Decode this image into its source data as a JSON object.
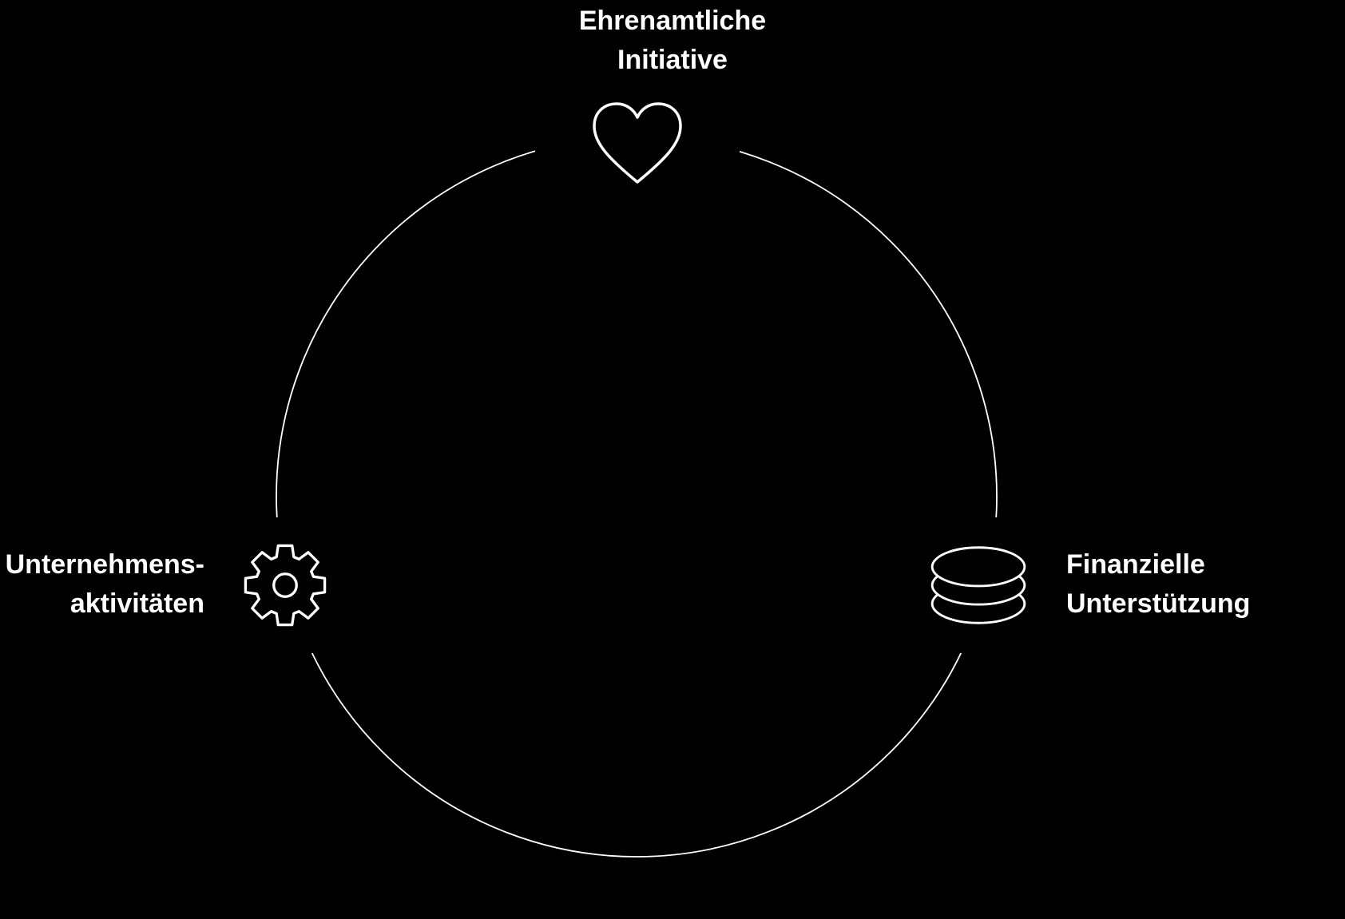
{
  "colors": {
    "background": "#000000",
    "stroke": "#ffffff",
    "text": "#ffffff"
  },
  "diagram": {
    "type": "circular-cycle",
    "nodes": [
      {
        "id": "top",
        "icon": "heart-icon",
        "label_lines": [
          "Ehrenamtliche",
          "Initiative"
        ]
      },
      {
        "id": "left",
        "icon": "gear-icon",
        "label_lines": [
          "Unternehmens-",
          "aktivitäten"
        ]
      },
      {
        "id": "right",
        "icon": "coins-icon",
        "label_lines": [
          "Finanzielle",
          "Unterstützung"
        ]
      }
    ]
  }
}
